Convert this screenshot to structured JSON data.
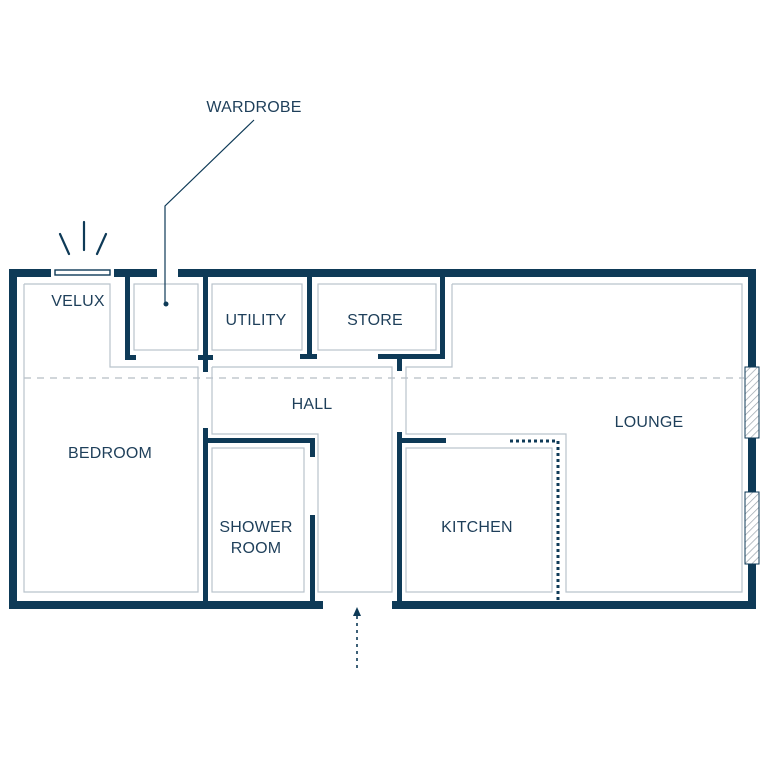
{
  "rooms": {
    "velux": "VELUX",
    "wardrobe": "WARDROBE",
    "utility": "UTILITY",
    "store": "STORE",
    "hall": "HALL",
    "lounge": "LOUNGE",
    "bedroom": "BEDROOM",
    "shower_line1": "SHOWER",
    "shower_line2": "ROOM",
    "kitchen": "KITCHEN"
  },
  "colors": {
    "wall": "#0e3a57",
    "inner_line": "#b9c3cc",
    "label": "#1e3f5a",
    "window_hatch": "#9aa4ad"
  }
}
